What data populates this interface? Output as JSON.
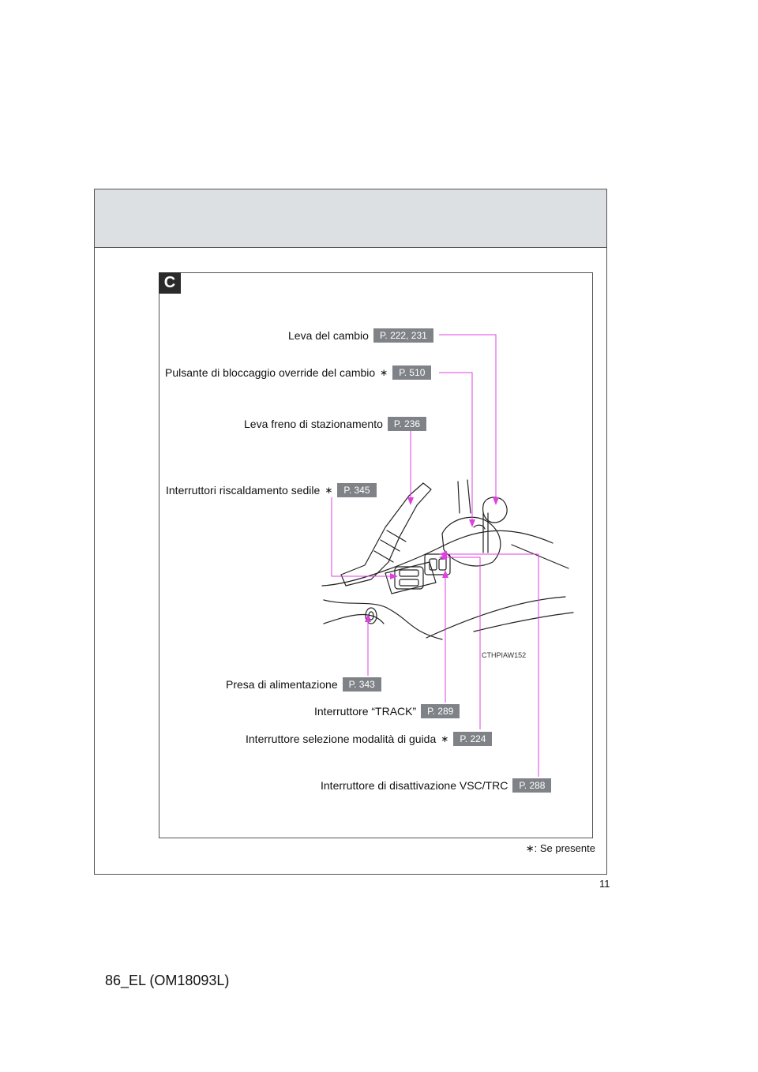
{
  "section": "C",
  "callouts": [
    {
      "label": "Leva del cambio",
      "star": "",
      "ref": "P. 222, 231"
    },
    {
      "label": "Pulsante di bloccaggio override del cambio",
      "star": "∗",
      "ref": "P. 510"
    },
    {
      "label": "Leva freno di stazionamento",
      "star": "",
      "ref": "P. 236"
    },
    {
      "label": "Interruttori riscaldamento sedile",
      "star": "∗",
      "ref": "P. 345"
    },
    {
      "label": "Presa di alimentazione",
      "star": "",
      "ref": "P. 343"
    },
    {
      "label": "Interruttore “TRACK”",
      "star": "",
      "ref": "P. 289"
    },
    {
      "label": "Interruttore selezione modalità di guida",
      "star": "∗",
      "ref": "P. 224"
    },
    {
      "label": "Interruttore di disattivazione VSC/TRC",
      "star": "",
      "ref": "P. 288"
    }
  ],
  "image_code": "CTHPIAW152",
  "footnote": "∗: Se presente",
  "page_number": "11",
  "document_id": "86_EL (OM18093L)",
  "colors": {
    "header_band": "#dde0e2",
    "badge": "#7f8387",
    "leader_line": "#e040e0"
  }
}
